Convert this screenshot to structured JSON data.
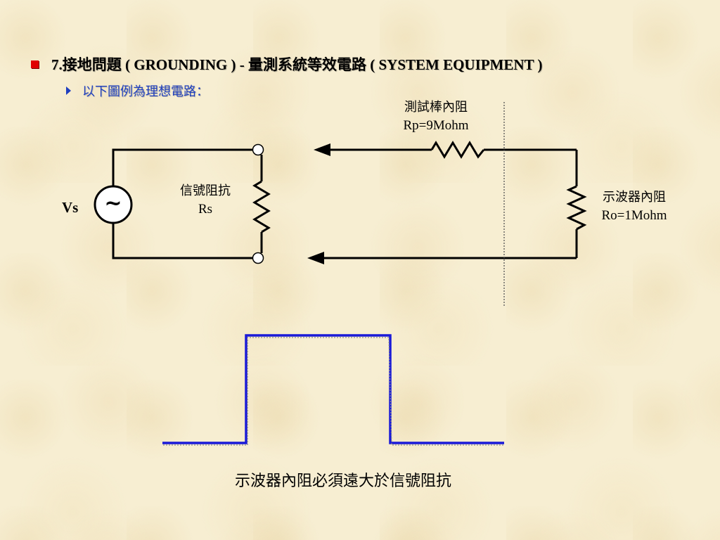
{
  "slide": {
    "title": "7.接地問題 ( GROUNDING ) - 量測系統等效電路 ( SYSTEM EQUIPMENT )",
    "subtitle": "以下圖例為理想電路："
  },
  "circuit": {
    "source_label": "Vs",
    "source_symbol": "~",
    "rs_name": "信號阻抗",
    "rs_value": "Rs",
    "rp_name": "測試棒內阻",
    "rp_value": "Rp=9Mohm",
    "ro_name": "示波器內阻",
    "ro_value": "Ro=1Mohm"
  },
  "caption": "示波器內阻必須遠大於信號阻抗",
  "colors": {
    "bullet_red": "#e00000",
    "accent_blue": "#1f3fbf",
    "pulse_blue": "#1a1ad8"
  }
}
